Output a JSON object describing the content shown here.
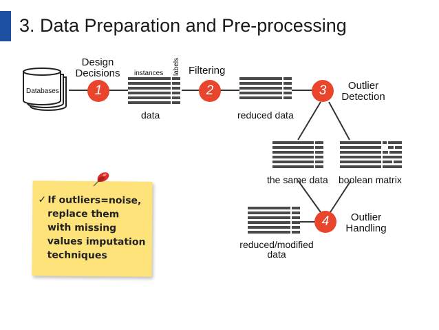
{
  "title": "3. Data Preparation and Pre-processing",
  "colors": {
    "accent": "#1f4fa0",
    "step_circle": "#e8452c",
    "matrix": "#4a4a4a",
    "note": "#fde37a"
  },
  "nodes": {
    "databases": "Databases",
    "design_decisions": "Design\nDecisions",
    "instances": "instances",
    "labels": "labels",
    "data": "data",
    "filtering": "Filtering",
    "reduced_data": "reduced data",
    "outlier_detection": "Outlier\nDetection",
    "same_data": "the same data",
    "boolean_matrix": "boolean matrix",
    "reduced_modified": "reduced/modified\ndata",
    "outlier_handling": "Outlier\nHandling"
  },
  "steps": [
    "1",
    "2",
    "3",
    "4"
  ],
  "note": {
    "check": "✓",
    "text": "If outliers=noise,\nreplace them\nwith missing\nvalues imputation\ntechniques"
  },
  "icons": {
    "database": "database-stack-icon",
    "pin": "pushpin-icon"
  }
}
